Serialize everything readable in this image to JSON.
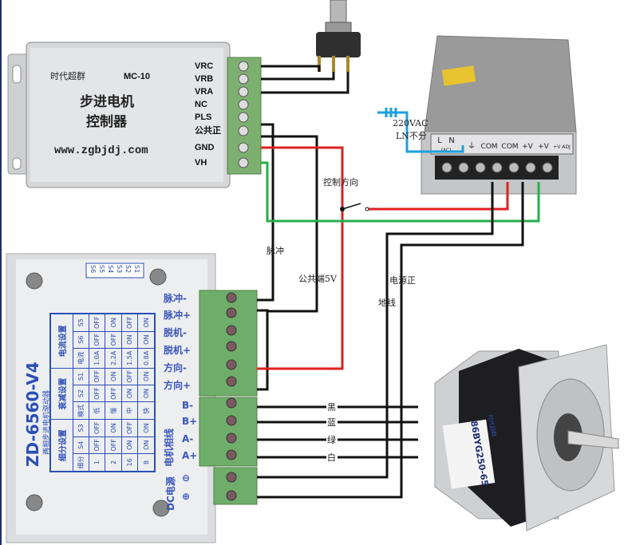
{
  "controller": {
    "brand": "时代超群",
    "model": "MC-10",
    "name_line1": "步进电机",
    "name_line2": "控制器",
    "website": "www.zgbjdj.com",
    "terminals": [
      "VRC",
      "VRB",
      "VRA",
      "NC",
      "PLS",
      "公共正",
      "GND",
      "VH"
    ]
  },
  "driver": {
    "model": "ZD-6560-V4",
    "subtitle": "两相步进电机驱动器",
    "dip_labels": [
      "S6",
      "S5",
      "S4",
      "S3",
      "S2",
      "S1"
    ],
    "terminals": [
      "脉冲-",
      "脉冲+",
      "脱机-",
      "脱机+",
      "方向-",
      "方向+",
      "B-",
      "B+",
      "A-",
      "A+",
      "⊖",
      "⊕"
    ],
    "group_motor": "电机相线",
    "group_power": "DC电源",
    "table": {
      "groups": [
        "细分设置",
        "衰减设置",
        "电流设置"
      ],
      "headers": [
        "细分",
        "S4",
        "S3",
        "模式",
        "S2",
        "S1",
        "电流",
        "S6",
        "S5"
      ],
      "rows": [
        [
          "1",
          "OFF",
          "OFF",
          "低",
          "OFF",
          "OFF",
          "1.0A",
          "OFF",
          "OFF"
        ],
        [
          "2",
          "OFF",
          "ON",
          "慢",
          "OFF",
          "ON",
          "2.2A",
          "OFF",
          "ON"
        ],
        [
          "16",
          "ON",
          "OFF",
          "中",
          "ON",
          "OFF",
          "1.5A",
          "ON",
          "OFF"
        ],
        [
          "8",
          "ON",
          "ON",
          "快",
          "ON",
          "ON",
          "0.8A",
          "ON",
          "ON"
        ]
      ]
    }
  },
  "power_supply": {
    "terminals": [
      "L",
      "N",
      "(AC)",
      "⏚",
      "COM",
      "COM",
      "+V",
      "+V",
      "+V ADJ"
    ],
    "ac_label": "220VAC",
    "ac_note": "LN不分"
  },
  "motor": {
    "model": "86BYG250-65",
    "brand": "时代超群"
  },
  "wire_labels": {
    "direction_control": "控制方向",
    "pulse": "脉冲",
    "common_5v": "公共端5V",
    "power_positive": "电源正",
    "ground": "地线",
    "black": "黑",
    "blue": "蓝",
    "green": "绿",
    "white": "白"
  },
  "colors": {
    "red": "#e02020",
    "green": "#22b04a",
    "black": "#111111",
    "blue": "#1aa0e0",
    "driver_blue": "#2c4fb5",
    "terminal_green": "#6fae6a"
  }
}
